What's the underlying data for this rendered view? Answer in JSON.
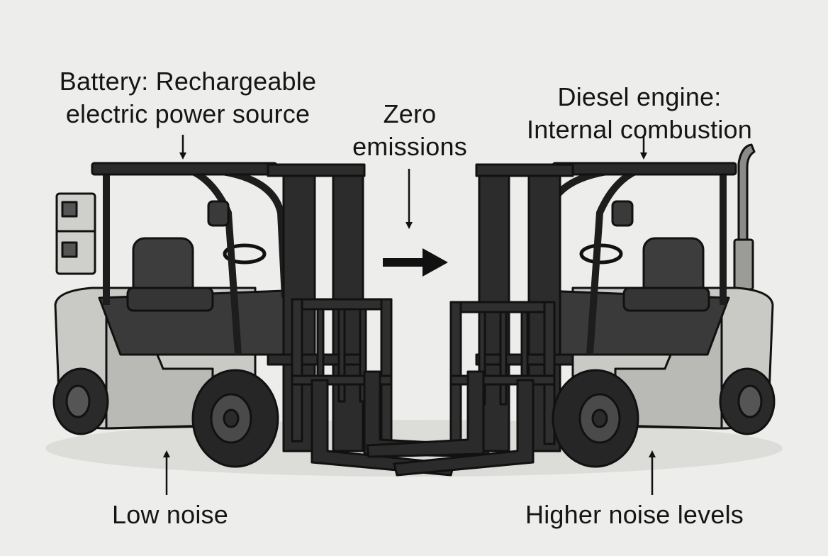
{
  "labels": {
    "battery": {
      "line1": "Battery: Rechargeable",
      "line2": "electric power source"
    },
    "zero_emissions": {
      "line1": "Zero",
      "line2": "emissions"
    },
    "diesel": {
      "line1": "Diesel engine:",
      "line2": "Internal combustion"
    },
    "low_noise": "Low noise",
    "higher_noise": "Higher noise levels"
  },
  "colors": {
    "background": "#ededeb",
    "body_grey": "#c9c9c6",
    "frame_dark": "#2f2f2f",
    "outline": "#111111",
    "text": "#151515"
  }
}
